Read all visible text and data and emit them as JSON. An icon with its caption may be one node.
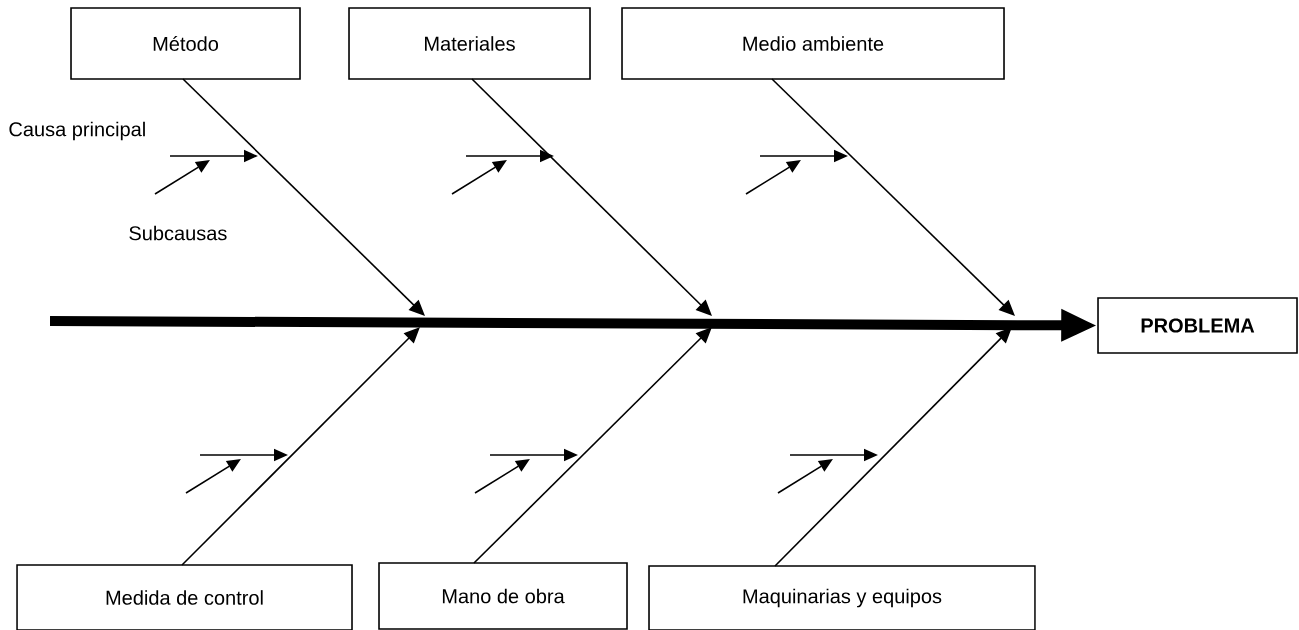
{
  "diagram": {
    "nodes": [
      {
        "text": [
          "Método"
        ]
      },
      {
        "text": [
          "Materiales"
        ]
      },
      {
        "text": [
          "Medio ambiente"
        ]
      },
      {
        "text": [
          "Medida de control"
        ]
      },
      {
        "text": [
          "Mano de obra"
        ]
      },
      {
        "text": [
          "Maquinarias y equipos"
        ]
      },
      {
        "text": [
          "**PROBLEMA**"
        ]
      }
    ],
    "edges": [
      {
        "from": null,
        "to": 6,
        "arrow": "to",
        "style": "thick"
      },
      {
        "from": 0,
        "to": null,
        "arrow": "to"
      },
      {
        "from": 1,
        "to": null,
        "arrow": "to"
      },
      {
        "from": 2,
        "to": null,
        "arrow": "to"
      },
      {
        "from": 3,
        "to": null,
        "arrow": "to"
      },
      {
        "from": 4,
        "to": null,
        "arrow": "to"
      },
      {
        "from": 5,
        "to": null,
        "arrow": "to"
      }
    ],
    "labels": [
      "Causa principal",
      "Subcausas"
    ]
  }
}
